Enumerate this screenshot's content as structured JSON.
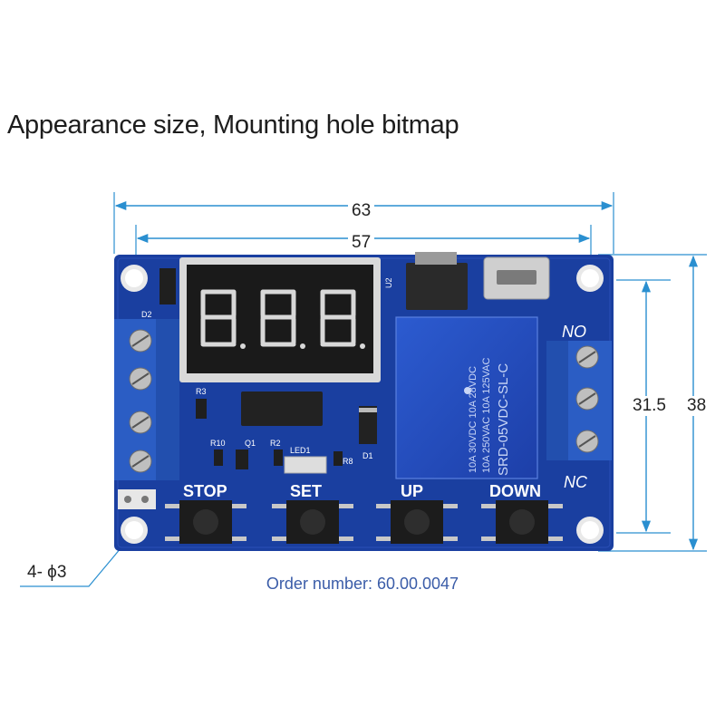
{
  "heading": "Appearance size, Mounting hole bitmap",
  "dimensions": {
    "overall_width": "63",
    "hole_spacing_width": "57",
    "hole_spacing_height": "31.5",
    "overall_height": "38",
    "hole_callout": "4- ϕ3"
  },
  "board": {
    "display_digits": "8.8.8",
    "buttons": [
      "STOP",
      "SET",
      "UP",
      "DOWN"
    ],
    "relay_terminals": {
      "top": "NO",
      "bottom": "NC"
    },
    "relay_text": [
      "SRD-05VDC-SL-C",
      "10A 250VAC 10A 125VAC",
      "10A 30VDC 10A 28VDC"
    ],
    "silkscreen": [
      "D2",
      "R3",
      "R10",
      "Q1",
      "R2",
      "LED1",
      "R8",
      "D1",
      "U2"
    ]
  },
  "colors": {
    "pcb": "#1a3fa0",
    "dimension_line": "#2a8fd0",
    "order_text": "#3a5ca8",
    "terminal_block": "#2b5dc4"
  },
  "order_number": "Order number: 60.00.0047"
}
